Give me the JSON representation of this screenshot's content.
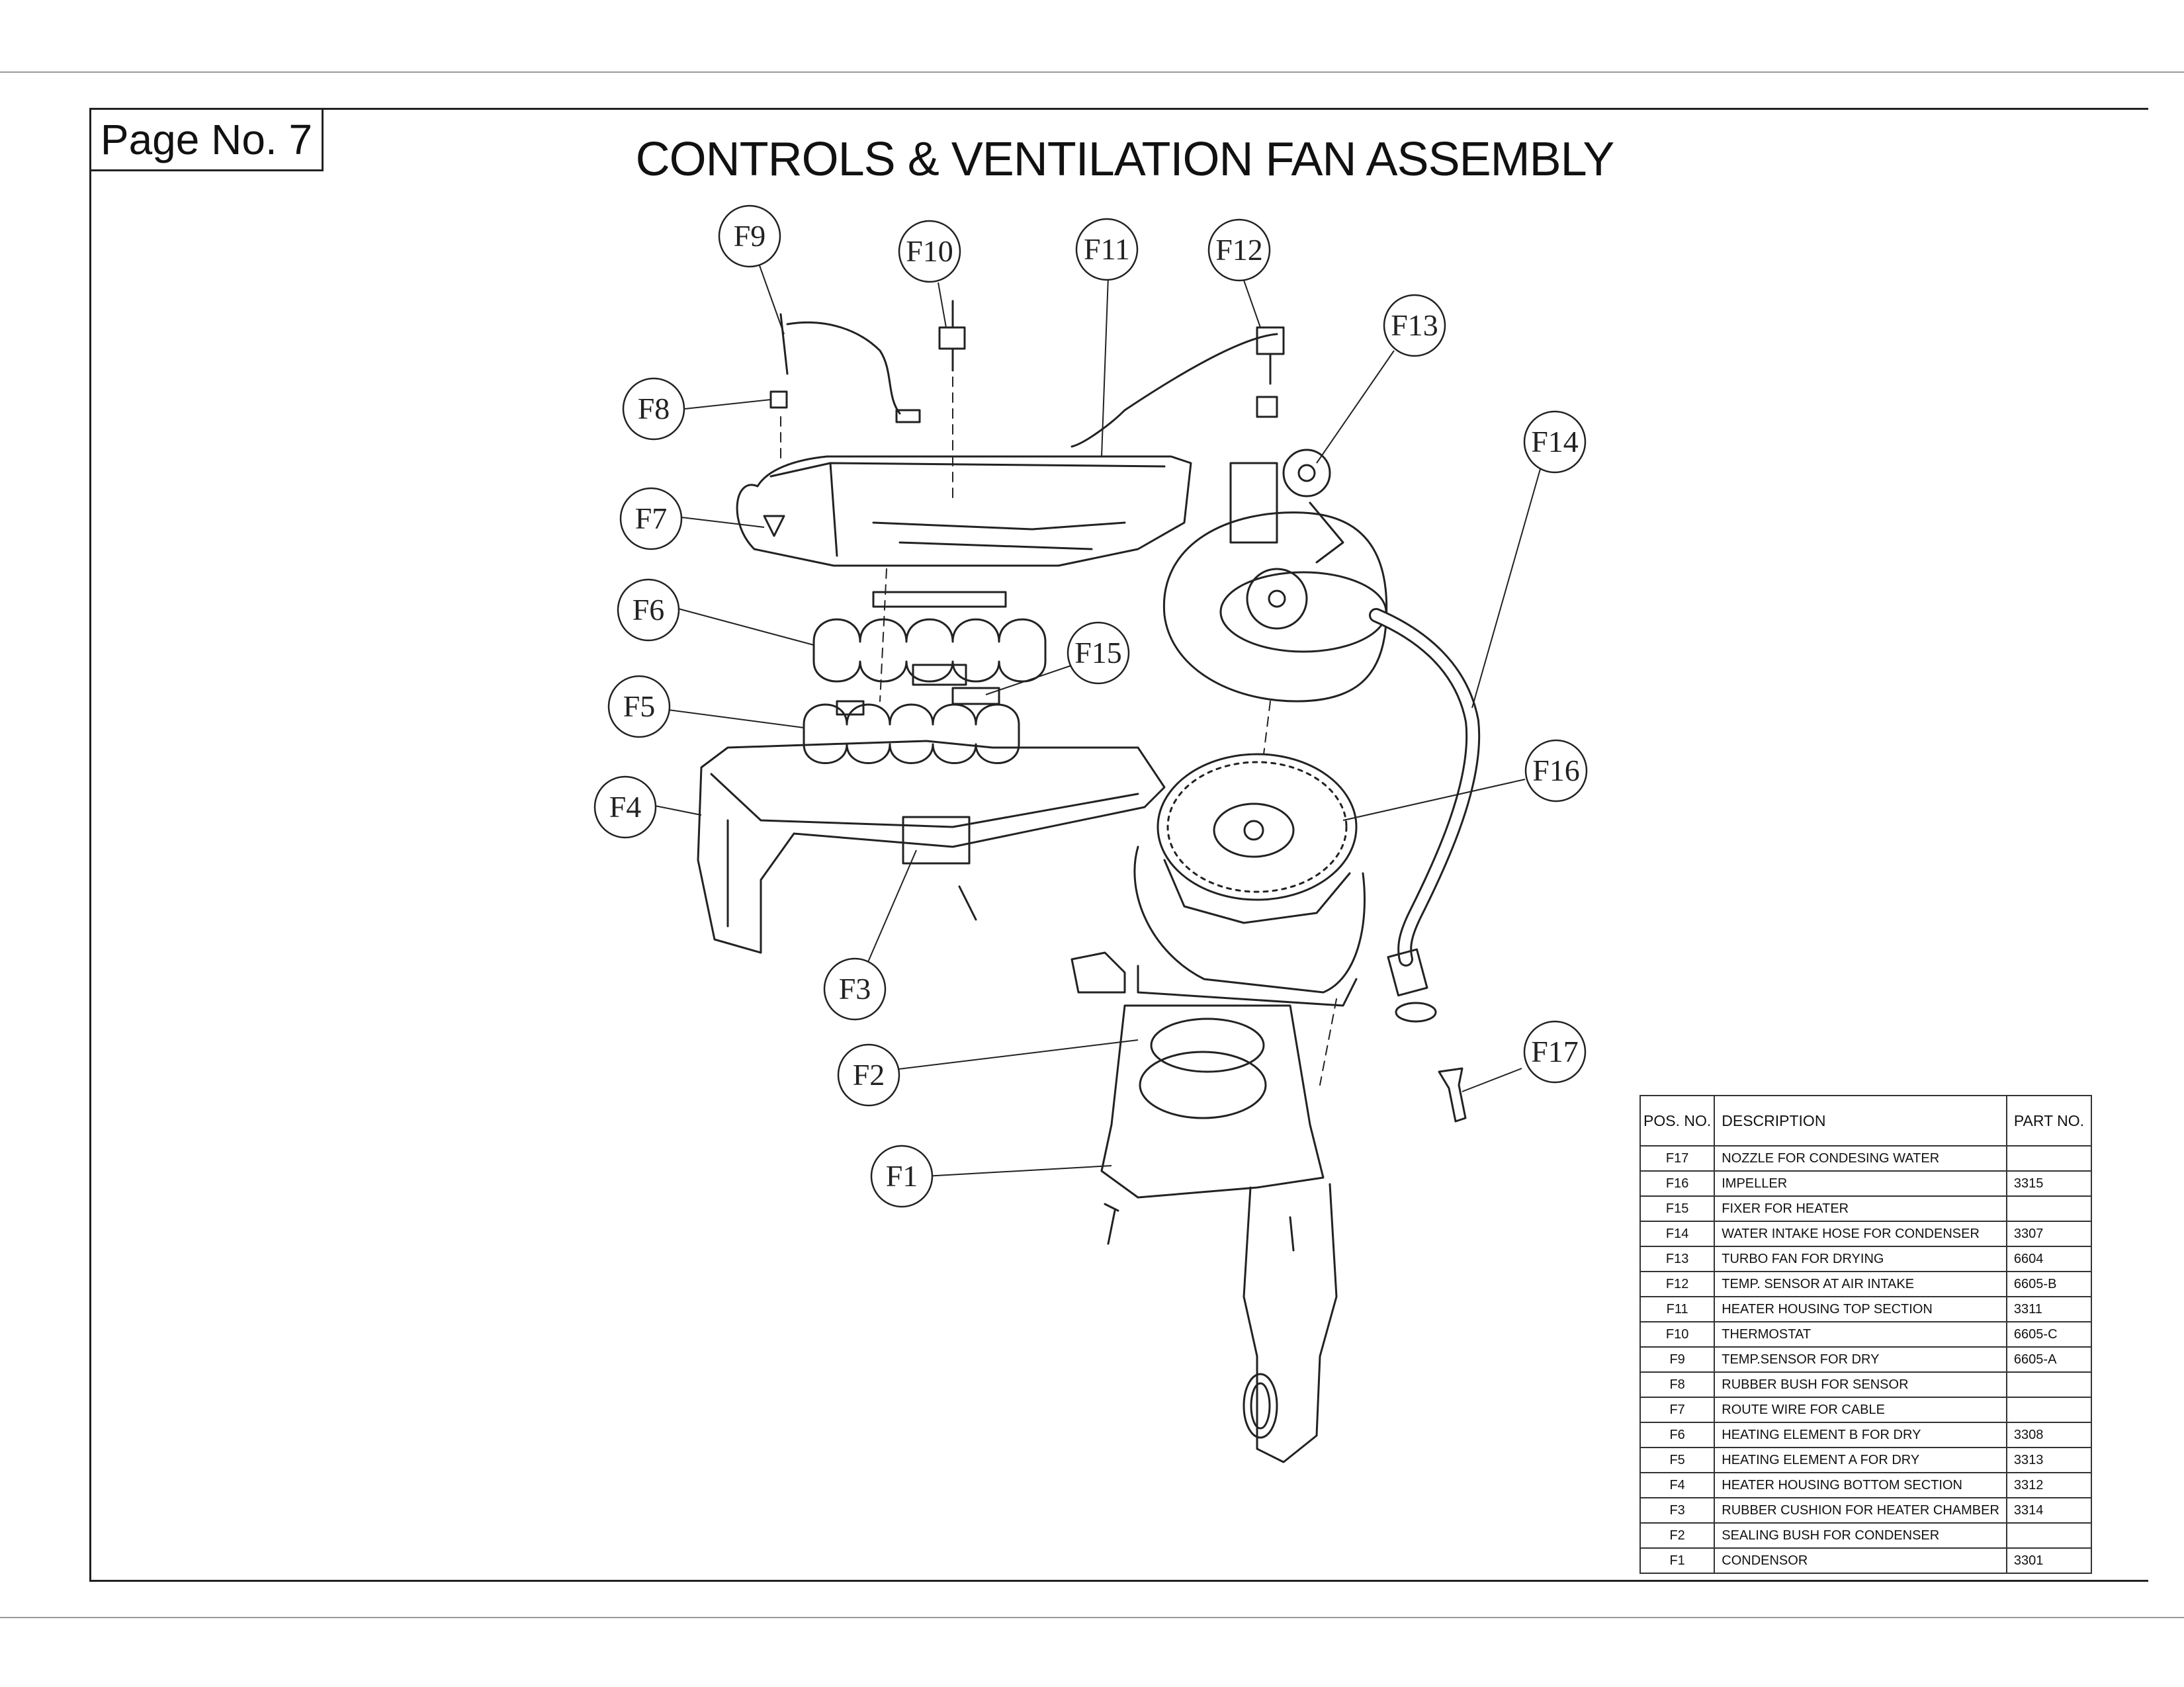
{
  "page": {
    "page_no": "Page No. 7",
    "title": "CONTROLS & VENTILATION FAN ASSEMBLY"
  },
  "callouts": [
    "F1",
    "F2",
    "F3",
    "F4",
    "F5",
    "F6",
    "F7",
    "F8",
    "F9",
    "F10",
    "F11",
    "F12",
    "F13",
    "F14",
    "F15",
    "F16",
    "F17"
  ],
  "parts_table": {
    "headers": {
      "pos": "POS. NO.",
      "description": "DESCRIPTION",
      "part_no": "PART NO."
    },
    "rows": [
      {
        "pos": "F17",
        "description": "NOZZLE FOR CONDESING WATER",
        "part_no": ""
      },
      {
        "pos": "F16",
        "description": "IMPELLER",
        "part_no": "3315"
      },
      {
        "pos": "F15",
        "description": "FIXER FOR HEATER",
        "part_no": ""
      },
      {
        "pos": "F14",
        "description": "WATER INTAKE HOSE FOR CONDENSER",
        "part_no": "3307"
      },
      {
        "pos": "F13",
        "description": "TURBO FAN FOR DRYING",
        "part_no": "6604"
      },
      {
        "pos": "F12",
        "description": "TEMP. SENSOR AT AIR INTAKE",
        "part_no": "6605-B"
      },
      {
        "pos": "F11",
        "description": "HEATER HOUSING TOP SECTION",
        "part_no": "3311"
      },
      {
        "pos": "F10",
        "description": "THERMOSTAT",
        "part_no": "6605-C"
      },
      {
        "pos": "F9",
        "description": "TEMP.SENSOR FOR DRY",
        "part_no": "6605-A"
      },
      {
        "pos": "F8",
        "description": "RUBBER BUSH FOR SENSOR",
        "part_no": ""
      },
      {
        "pos": "F7",
        "description": "ROUTE WIRE FOR CABLE",
        "part_no": ""
      },
      {
        "pos": "F6",
        "description": "HEATING ELEMENT B FOR DRY",
        "part_no": "3308"
      },
      {
        "pos": "F5",
        "description": "HEATING ELEMENT A FOR DRY",
        "part_no": "3313"
      },
      {
        "pos": "F4",
        "description": "HEATER HOUSING BOTTOM SECTION",
        "part_no": "3312"
      },
      {
        "pos": "F3",
        "description": "RUBBER CUSHION FOR HEATER CHAMBER",
        "part_no": "3314"
      },
      {
        "pos": "F2",
        "description": "SEALING BUSH FOR CONDENSER",
        "part_no": ""
      },
      {
        "pos": "F1",
        "description": "CONDENSOR",
        "part_no": "3301"
      }
    ]
  }
}
